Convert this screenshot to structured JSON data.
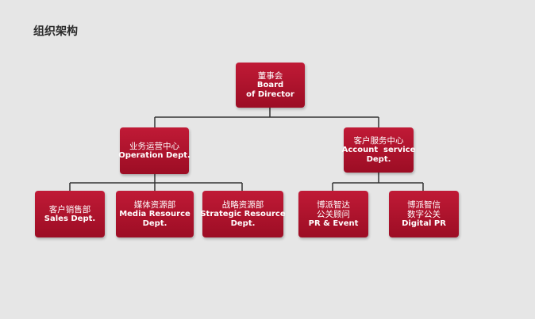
{
  "title": "组织架构",
  "nodes": {
    "board": {
      "zh": "董事会",
      "en1": "Board",
      "en2": "of Director"
    },
    "operation": {
      "zh": "业务运营中心",
      "en1": "Operation Dept.",
      "en2": ""
    },
    "account": {
      "zh": "客户服务中心",
      "en1": "Account  service",
      "en2": "Dept."
    },
    "sales": {
      "zh": "客户销售部",
      "en1": "Sales Dept.",
      "en2": ""
    },
    "media": {
      "zh": "媒体资源部",
      "en1": "Media Resource",
      "en2": "Dept."
    },
    "strategic": {
      "zh": "战略资源部",
      "en1": "Strategic Resource",
      "en2": "Dept."
    },
    "pr_event": {
      "zh": "博派智达",
      "zh2": "公关顾问",
      "en1": "PR & Event"
    },
    "digital_pr": {
      "zh": "博派智信",
      "zh2": "数字公关",
      "en1": "Digital PR"
    }
  },
  "colors": {
    "box": "#b0152d",
    "line": "#333333",
    "background": "#e6e6e6"
  }
}
